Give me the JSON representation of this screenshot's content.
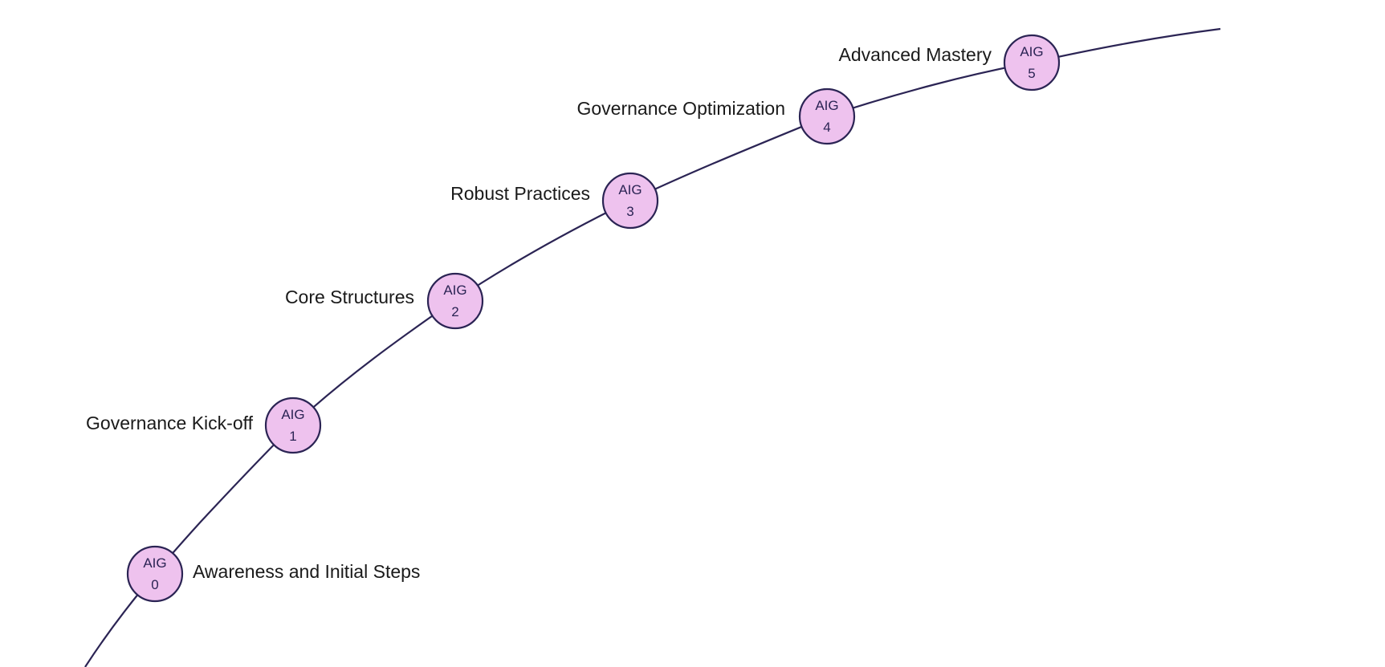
{
  "diagram": {
    "colors": {
      "line": "#2b2454",
      "node_fill": "#eec2ee",
      "node_text": "#2b2454",
      "label_text": "#1a1a1a",
      "background": "#ffffff"
    },
    "stages": [
      {
        "prefix": "AIG",
        "level": "0",
        "label": "Awareness and Initial Steps"
      },
      {
        "prefix": "AIG",
        "level": "1",
        "label": "Governance Kick-off"
      },
      {
        "prefix": "AIG",
        "level": "2",
        "label": "Core Structures"
      },
      {
        "prefix": "AIG",
        "level": "3",
        "label": "Robust Practices"
      },
      {
        "prefix": "AIG",
        "level": "4",
        "label": "Governance Optimization"
      },
      {
        "prefix": "AIG",
        "level": "5",
        "label": "Advanced Mastery"
      }
    ]
  }
}
